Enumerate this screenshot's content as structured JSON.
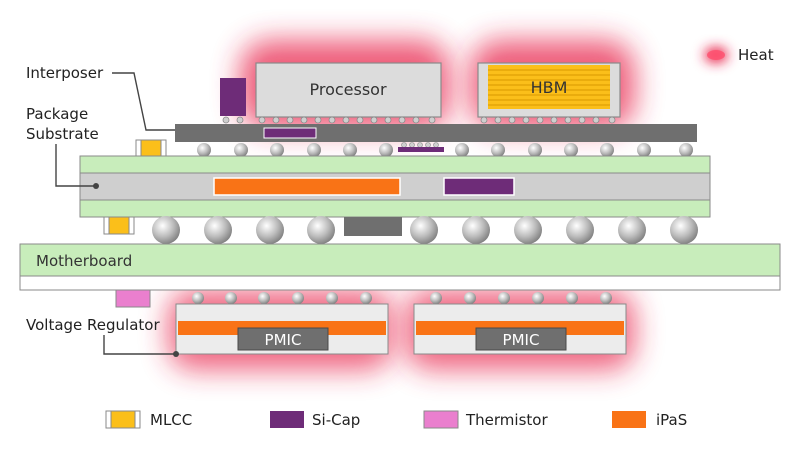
{
  "labels": {
    "interposer": "Interposer",
    "package_substrate_1": "Package",
    "package_substrate_2": "Substrate",
    "voltage_regulator": "Voltage Regulator",
    "motherboard": "Motherboard",
    "processor": "Processor",
    "hbm": "HBM",
    "pmic_left": "PMIC",
    "pmic_right": "PMIC",
    "heat": "Heat"
  },
  "legend": {
    "mlcc": "MLCC",
    "sicap": "Si-Cap",
    "thermistor": "Thermistor",
    "ipas": "iPaS"
  },
  "colors": {
    "heat": "#e8284e",
    "mlcc": "#fbbf1a",
    "sicap": "#6e2c78",
    "thermistor": "#ea7fce",
    "ipas": "#f97316",
    "substrate_green": "#c8edbb",
    "substrate_gray": "#cfcfcf",
    "interposer_gray": "#6f6f6f",
    "chip_gray": "#dcdcdc",
    "pmic_gray": "#6f6f6f"
  }
}
